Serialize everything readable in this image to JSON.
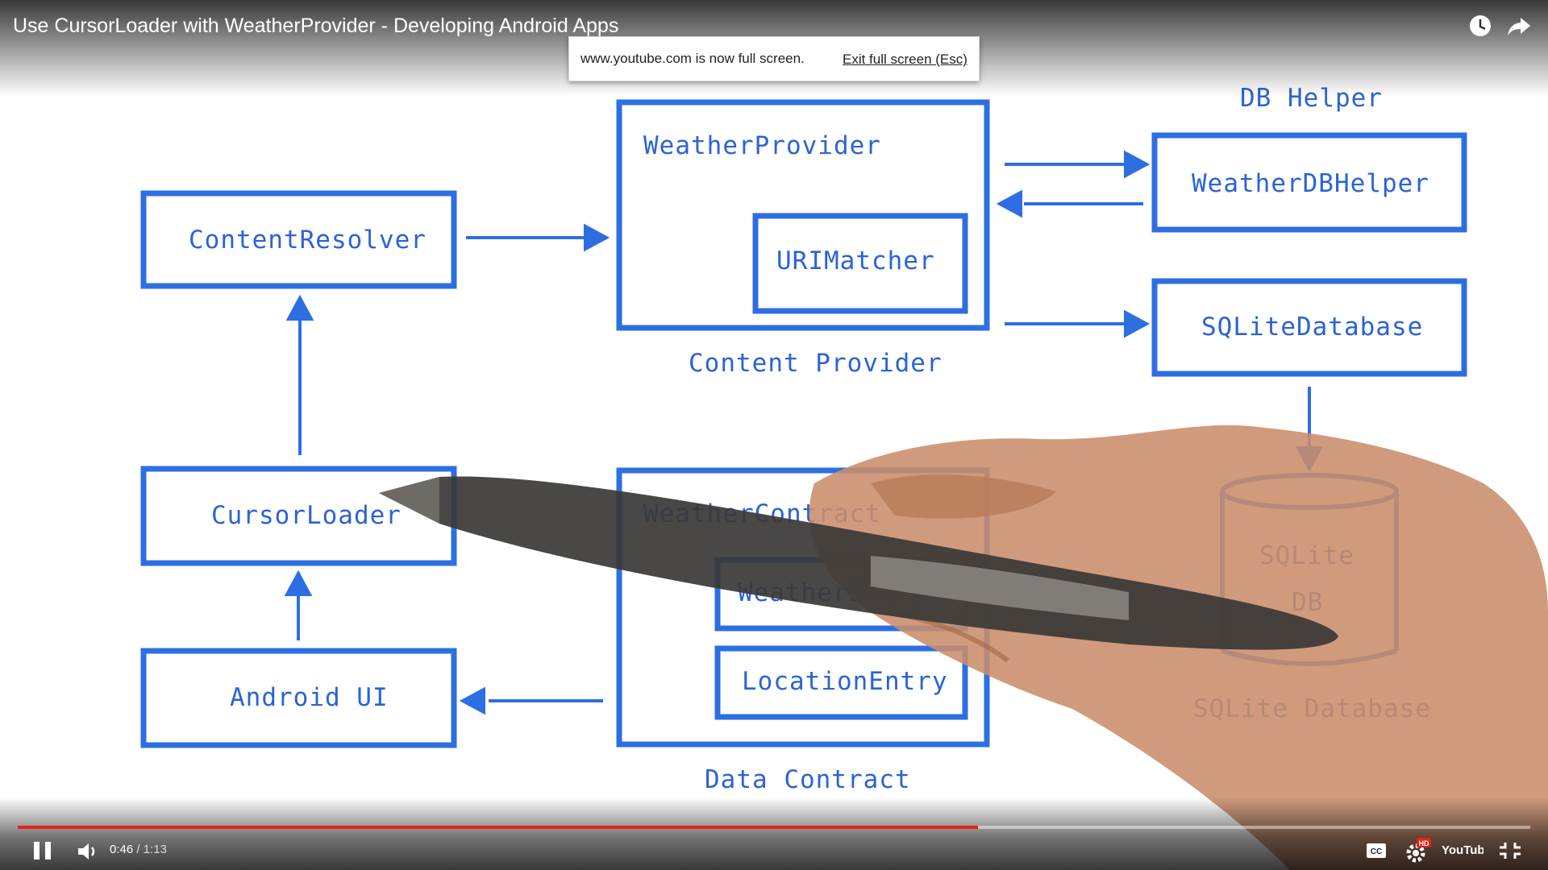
{
  "video": {
    "title": "Use CursorLoader with WeatherProvider - Developing Android Apps"
  },
  "fullscreen_notice": {
    "text": "www.youtube.com is now full screen.",
    "exit_label": "Exit full screen (Esc)"
  },
  "diagram": {
    "boxes": {
      "content_resolver": "ContentResolver",
      "weather_provider": "WeatherProvider",
      "uri_matcher": "URIMatcher",
      "weather_db_helper": "WeatherDBHelper",
      "sqlite_database": "SQLiteDatabase",
      "cursor_loader": "CursorLoader",
      "weather_contract": "WeatherContract",
      "weather_entry": "WeatherEntry",
      "location_entry": "LocationEntry",
      "android_ui": "Android UI",
      "sqlite_db_line1": "SQLite",
      "sqlite_db_line2": "DB"
    },
    "captions": {
      "db_helper": "DB Helper",
      "content_provider": "Content Provider",
      "sqlite_database": "SQLite Database",
      "data_contract": "Data Contract"
    },
    "ink_color": "#2b63d6"
  },
  "controls": {
    "current_time": "0:46",
    "separator": " / ",
    "duration": "1:13",
    "progress_fraction": 0.635,
    "hd_badge": "HD",
    "logo_text": "YouTube",
    "cc_label": "CC",
    "accent_color": "#e62117"
  }
}
